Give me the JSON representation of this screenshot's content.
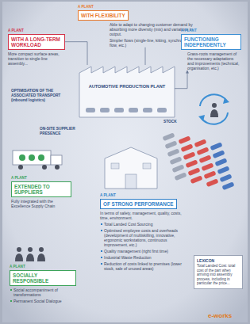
{
  "diagram": {
    "nodes": [
      {
        "text": [
          "A PLANT",
          "WITH A LONG-TERM WORKLOAD",
          "More compact surface areas, transition to single-line assembly..."
        ]
      },
      {
        "text": [
          "A PLANT",
          "WITH FLEXIBILITY",
          "Able to adapt to changing customer demand by absorbing more diversity (mix) and variations in output.",
          "Simpler flows (single-line, kitting, synchronous flow, etc.)"
        ]
      },
      {
        "text": [
          "A PLANT",
          "FUNCTIONING INDEPENDENTLY",
          "Grass-roots management of the necessary adaptations and improvements (technical, organisation, etc.)"
        ]
      },
      {
        "text": [
          "AUTOMOTIVE PRODUCTION PLANT"
        ]
      },
      {
        "text": [
          "A PLANT",
          "EXTENDED TO SUPPLIERS",
          "Fully integrated with the Excellence Supply Chain"
        ]
      },
      {
        "text": [
          "A PLANT",
          "OF STRONG PERFORMANCE",
          "In terms of safety, management, quality, costs, time, environment.",
          "Total Landed Cost Sourcing",
          "Optimised employee costs and overheads (development of multiskilling, innovative, ergonomic workstations, continuous improvement, etc.)",
          "Quality management (right first time)",
          "Industrial Waste Reduction",
          "Reduction of costs linked to premises (lower stock, sale of unused areas)"
        ]
      },
      {
        "text": [
          "LEXICON",
          "Total Landed Cost: total cost of the part when arriving into assembly process, including in particular the price..."
        ]
      },
      {
        "text": [
          "A PLANT",
          "SOCIALLY RESPONSIBLE",
          "Social accompaniment of transformations",
          "Permanent Social Dialogue"
        ]
      }
    ],
    "edges": [
      {
        "from": 0,
        "to": 3,
        "arrow": "none"
      },
      {
        "from": 1,
        "to": 3,
        "arrow": "none"
      },
      {
        "from": 3,
        "to": 2,
        "arrow": "to"
      }
    ],
    "labels": [
      "OPTIMISATION OF THE ASSOCIATED TRANSPORT (inbound logistics)",
      "ON-SITE SUPPLIER PRESENCE",
      "STOCK",
      "e-works"
    ]
  }
}
